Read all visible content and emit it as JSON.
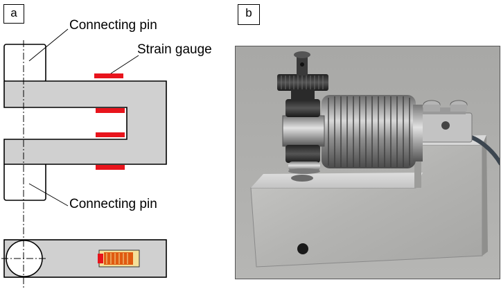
{
  "panel_a": {
    "label": "a",
    "callouts": {
      "connecting_pin_top": "Connecting pin",
      "strain_gauge": "Strain gauge",
      "connecting_pin_bottom": "Connecting pin"
    }
  },
  "panel_b": {
    "label": "b"
  },
  "colors": {
    "steel_gray": "#d0d0d0",
    "gauge_red": "#e8141c",
    "gauge_pad": "#f4e09a",
    "gauge_grid": "#e05a10"
  }
}
